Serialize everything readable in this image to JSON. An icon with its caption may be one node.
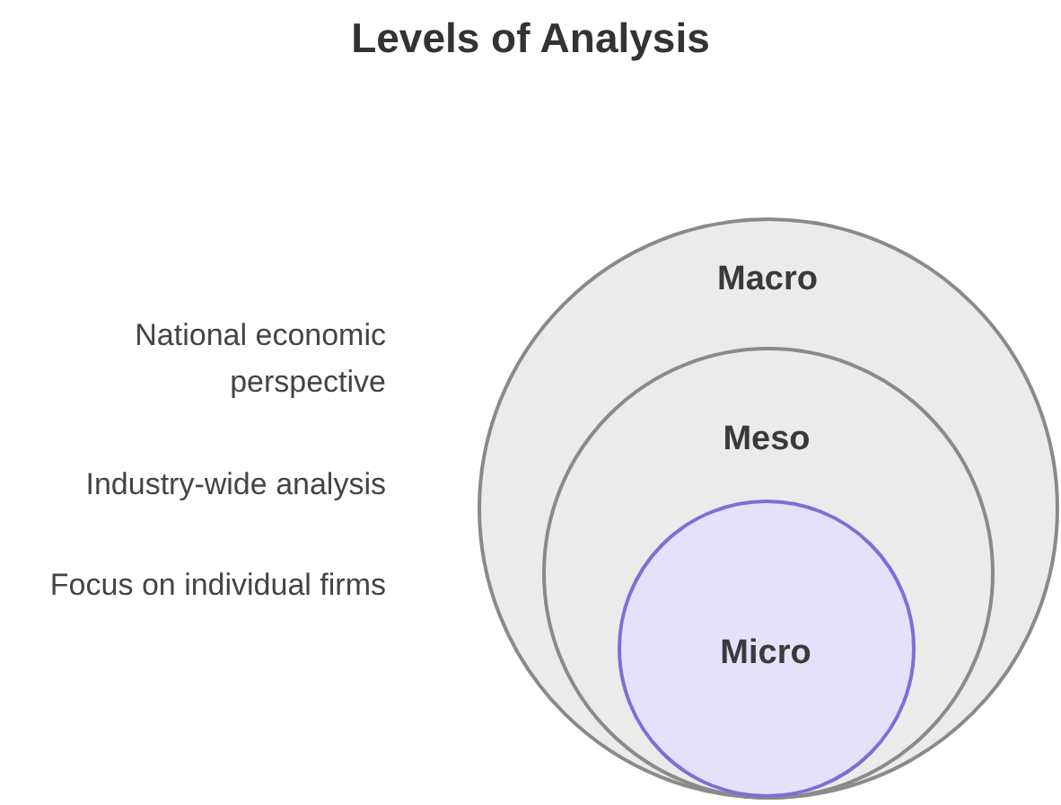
{
  "diagram": {
    "title": "Levels of Analysis",
    "nodes": [
      {
        "text": [
          "Macro"
        ]
      },
      {
        "text": [
          "Meso"
        ],
        "in": 0
      },
      {
        "text": [
          "Micro"
        ],
        "in": 1
      }
    ],
    "labels": [
      "National economic perspective",
      "Industry-wide analysis",
      "Focus on individual firms"
    ]
  }
}
